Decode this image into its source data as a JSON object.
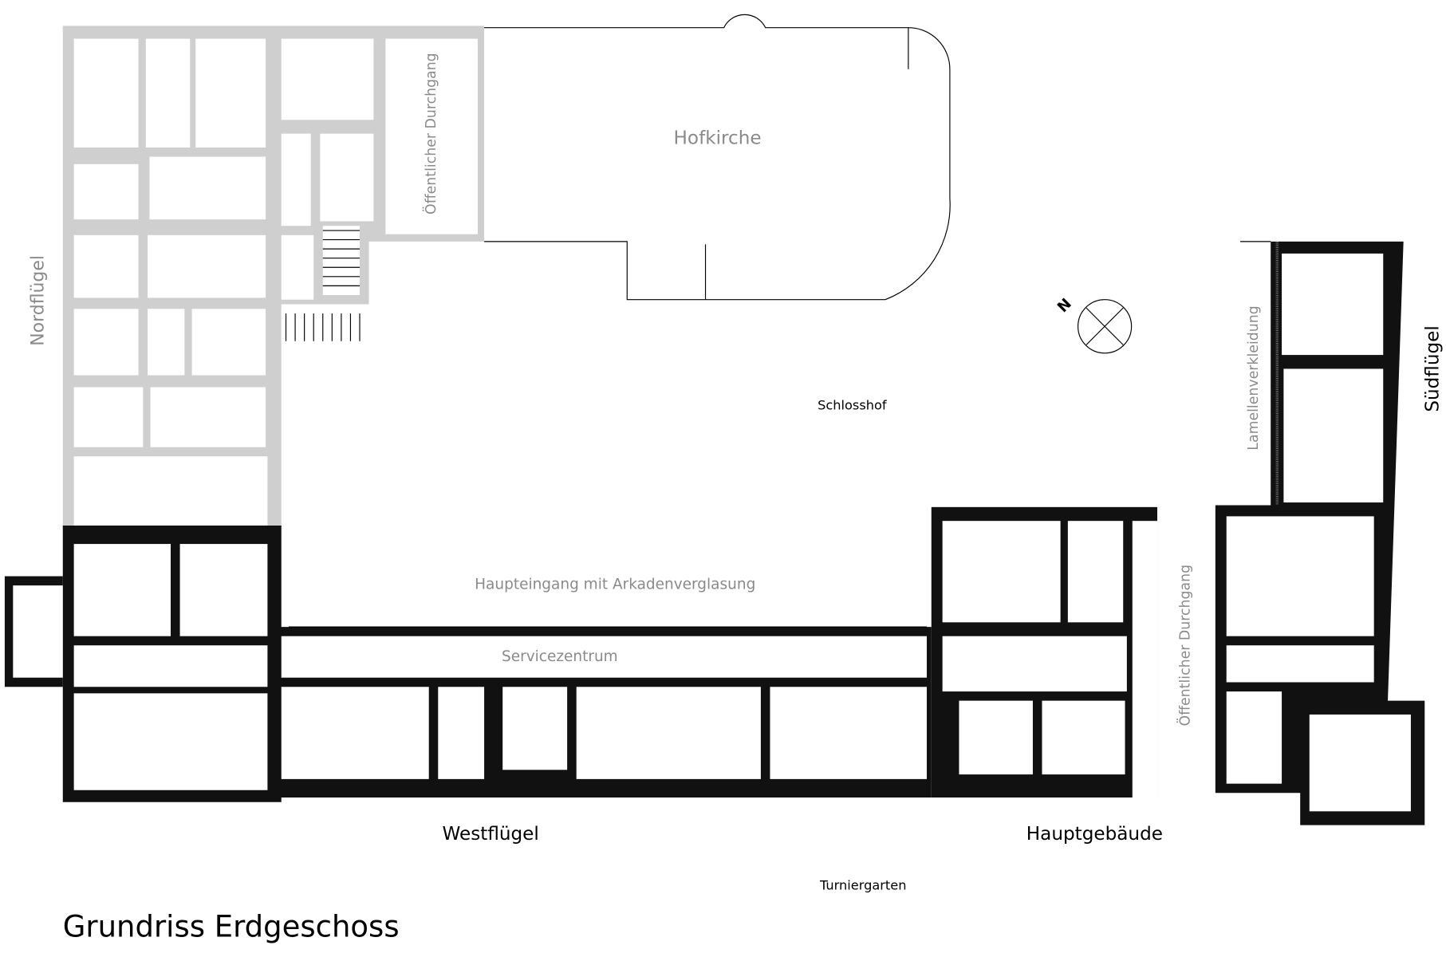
{
  "title": "Grundriss Erdgeschoss",
  "labels": {
    "hofkirche": "Hofkirche",
    "durchgang_north": "Öffentlicher Durchgang",
    "durchgang_main": "Öffentlicher Durchgang",
    "nordfluegel": "Nordflügel",
    "schlosshof": "Schlosshof",
    "lamellen": "Lamellenverkleidung",
    "suedfluegel": "Südflügel",
    "haupteingang": "Haupteingang mit Arkadenverglasung",
    "servicezentrum": "Servicezentrum",
    "westfluegel": "Westflügel",
    "hauptgebaeude": "Hauptgebäude",
    "turniergarten": "Turniergarten",
    "north_arrow": "N"
  },
  "colors": {
    "existing_wall": "#111111",
    "old_wall_gray": "#cfcfcf",
    "label_gray": "#8a8a8a"
  },
  "icons": [
    "north-arrow-icon"
  ]
}
